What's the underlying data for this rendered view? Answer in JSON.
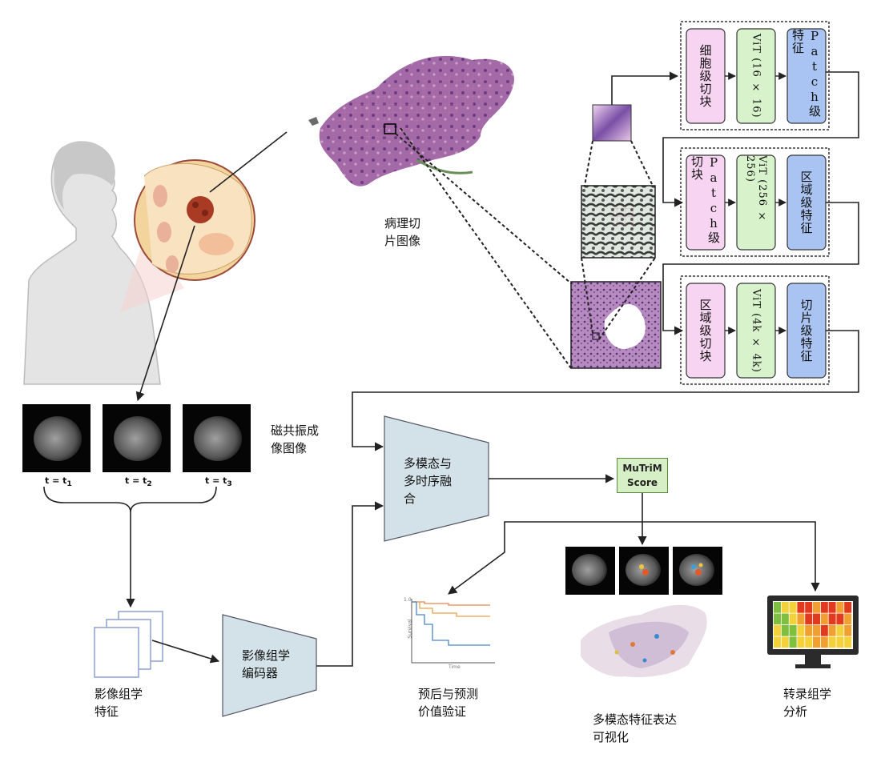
{
  "colors": {
    "pink": "#f7d4f1",
    "green": "#d8f2cc",
    "blue": "#a9c4f2",
    "trapezoid": "#d3e2e8",
    "mutrim_fill": "#d6efc6",
    "arrow": "#222222",
    "heatmap": [
      "#7fbf3f",
      "#f2d13a",
      "#f0a030",
      "#e23a1f"
    ]
  },
  "icons": {
    "human": "female-silhouette-icon",
    "breast": "breast-tumor-cross-section-icon",
    "monitor": "heatmap-monitor-icon",
    "docs": "stacked-documents-icon"
  },
  "labels": {
    "pathology_image": "病理切\n片图像",
    "mri_image": "磁共振成\n像图像",
    "radiomics_features": "影像组学\n特征",
    "radiomics_encoder": "影像组学\n编码器",
    "fusion": "多模态与\n多时序融\n合",
    "mutrim_score": "MuTriM\nScore",
    "prognosis": "预后与预测\n价值验证",
    "visualization": "多模态特征表达\n可视化",
    "transcriptomics": "转录组学\n分析"
  },
  "mri_times": [
    {
      "prefix": "t = t",
      "sub": "1"
    },
    {
      "prefix": "t = t",
      "sub": "2"
    },
    {
      "prefix": "t = t",
      "sub": "3"
    }
  ],
  "pipeline": [
    {
      "input": "细胞级切块",
      "model": "ViT (16 × 16)",
      "output": "Patch级特征"
    },
    {
      "input": "Patch级切块",
      "model": "ViT (256 × 256)",
      "output": "区域级特征"
    },
    {
      "input": "区域级切块",
      "model": "ViT (4k × 4k)",
      "output": "切片级特征"
    }
  ],
  "km_axis": {
    "ylabel": "Survival",
    "xlabel": "Time",
    "top_tick": "1.0"
  }
}
